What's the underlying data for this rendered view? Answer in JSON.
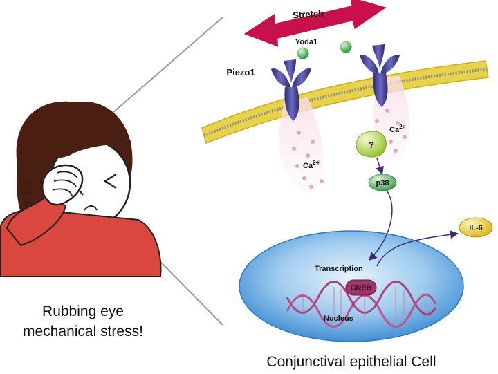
{
  "labels": {
    "stretch": "Stretch",
    "yoda1": "Yoda1",
    "piezo1": "Piezo1",
    "ca_left": "Ca",
    "ca_left_sup": "2+",
    "ca_right": "Ca",
    "ca_right_sup": "2+",
    "unknown": "?",
    "p38": "p38",
    "il6": "IL-6",
    "transcription": "Transcription",
    "creb": "CREB",
    "nucleus": "Nucleus"
  },
  "captions": {
    "left_line1": "Rubbing eye",
    "left_line2": "mechanical stress!",
    "bottom": "Conjunctival epithelial Cell"
  },
  "colors": {
    "stretch_arrow": "#c8104a",
    "piezo": "#3d3a8c",
    "membrane": "#e8d24a",
    "yoda": "#3fae52",
    "p38": "#4aa55a",
    "unknown": "#a8cf3a",
    "il6": "#e6c21a",
    "nucleus": "#4e9ad8",
    "dna": "#c24f86",
    "shirt": "#d9473e",
    "hair": "#4a1f12"
  }
}
